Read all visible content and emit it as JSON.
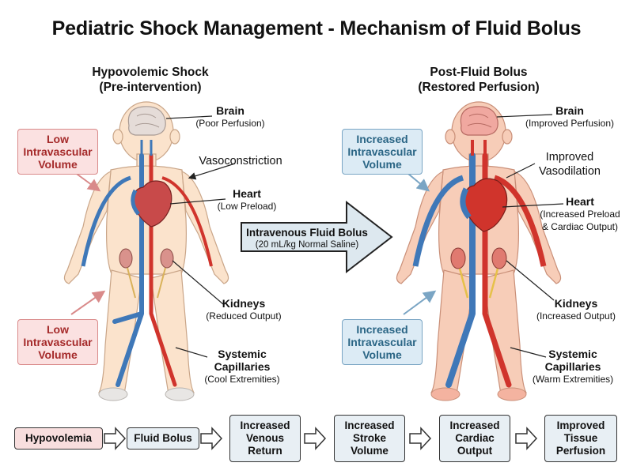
{
  "title": "Pediatric Shock Management - Mechanism of Fluid Bolus",
  "left_panel": {
    "title": "Hypovolemic Shock",
    "subtitle": "(Pre-intervention)",
    "labels": {
      "brain": {
        "main": "Brain",
        "sub": "(Poor Perfusion)"
      },
      "vaso": {
        "main": "Vasoconstriction"
      },
      "heart": {
        "main": "Heart",
        "sub": "(Low Preload)"
      },
      "kidneys": {
        "main": "Kidneys",
        "sub": "(Reduced Output)"
      },
      "capillaries": {
        "main1": "Systemic",
        "main2": "Capillaries",
        "sub": "(Cool Extremities)"
      }
    },
    "callouts": [
      {
        "line1": "Low",
        "line2": "Intravascular",
        "line3": "Volume"
      },
      {
        "line1": "Low",
        "line2": "Intravascular",
        "line3": "Volume"
      }
    ]
  },
  "right_panel": {
    "title": "Post-Fluid Bolus",
    "subtitle": "(Restored Perfusion)",
    "labels": {
      "brain": {
        "main": "Brain",
        "sub": "(Improved Perfusion)"
      },
      "vaso": {
        "line1": "Improved",
        "line2": "Vasodilation"
      },
      "heart": {
        "main": "Heart",
        "sub1": "(Increased Preload",
        "sub2": "& Cardiac Output)"
      },
      "kidneys": {
        "main": "Kidneys",
        "sub": "(Increased Output)"
      },
      "capillaries": {
        "main1": "Systemic",
        "main2": "Capillaries",
        "sub": "(Warm Extremities)"
      }
    },
    "callouts": [
      {
        "line1": "Increased",
        "line2": "Intravascular",
        "line3": "Volume"
      },
      {
        "line1": "Increased",
        "line2": "Intravascular",
        "line3": "Volume"
      }
    ]
  },
  "center_arrow": {
    "main": "Intravenous Fluid Bolus",
    "sub": "(20 mL/kg Normal Saline)"
  },
  "flow_steps": [
    {
      "line1": "Hypovolemia",
      "line2": "",
      "line3": ""
    },
    {
      "line1": "Fluid Bolus",
      "line2": "",
      "line3": ""
    },
    {
      "line1": "Increased",
      "line2": "Venous",
      "line3": "Return"
    },
    {
      "line1": "Increased",
      "line2": "Stroke",
      "line3": "Volume"
    },
    {
      "line1": "Increased",
      "line2": "Cardiac",
      "line3": "Output"
    },
    {
      "line1": "Improved",
      "line2": "Tissue",
      "line3": "Perfusion"
    }
  ],
  "colors": {
    "skin": "#fbe3cc",
    "skin_warm": "#f7cdb8",
    "artery": "#d0342c",
    "vein": "#3f78b8",
    "brain_pale": "#e5dcd8",
    "brain_warm": "#f0a8a0",
    "arrow_fill": "#dde8ef"
  }
}
